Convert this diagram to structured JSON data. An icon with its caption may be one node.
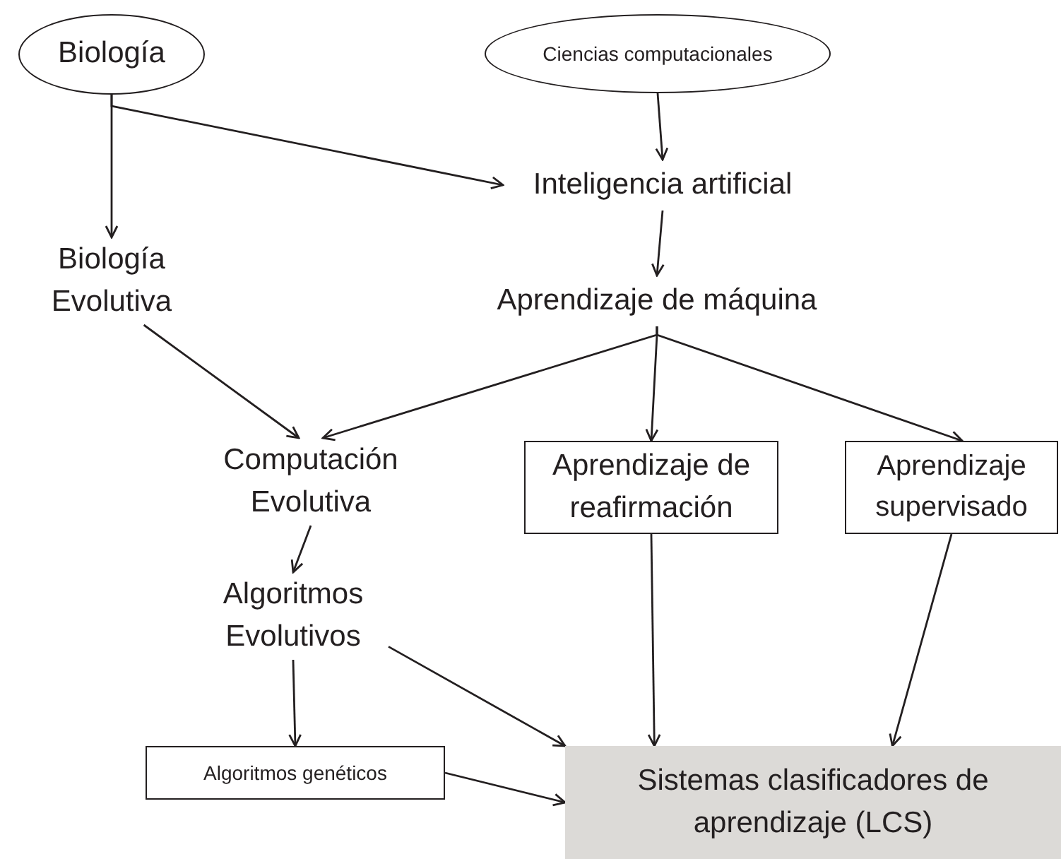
{
  "diagram": {
    "nodes": [
      {
        "text": [
          "Biología"
        ]
      },
      {
        "text": [
          "Ciencias computacionales"
        ]
      },
      {
        "text": [
          "Inteligencia artificial"
        ]
      },
      {
        "text": [
          "Biología Evolutiva"
        ]
      },
      {
        "text": [
          "Aprendizaje de máquina"
        ]
      },
      {
        "text": [
          "Computación Evolutiva"
        ]
      },
      {
        "text": [
          "Aprendizaje de reafirmación"
        ]
      },
      {
        "text": [
          "Aprendizaje supervisado"
        ]
      },
      {
        "text": [
          "Algoritmos Evolutivos"
        ]
      },
      {
        "text": [
          "Algoritmos genéticos"
        ]
      },
      {
        "text": [
          "Sistemas clasificadores de aprendizaje (LCS)"
        ]
      }
    ],
    "edges": [
      {
        "from": 0,
        "to": 3,
        "arrow": "to"
      },
      {
        "from": 0,
        "to": 2,
        "arrow": "to"
      },
      {
        "from": 1,
        "to": 2,
        "arrow": "to"
      },
      {
        "from": 2,
        "to": 4,
        "arrow": "to"
      },
      {
        "from": 3,
        "to": 5,
        "arrow": "to"
      },
      {
        "from": 4,
        "to": 5,
        "arrow": "to"
      },
      {
        "from": 4,
        "to": 6,
        "arrow": "to"
      },
      {
        "from": 4,
        "to": 7,
        "arrow": "to"
      },
      {
        "from": 5,
        "to": 8,
        "arrow": "to"
      },
      {
        "from": 8,
        "to": 9,
        "arrow": "to"
      },
      {
        "from": 8,
        "to": 10,
        "arrow": "to"
      },
      {
        "from": 6,
        "to": 10,
        "arrow": "to"
      },
      {
        "from": 7,
        "to": 10,
        "arrow": "to"
      },
      {
        "from": 9,
        "to": 10,
        "arrow": "to"
      }
    ]
  }
}
